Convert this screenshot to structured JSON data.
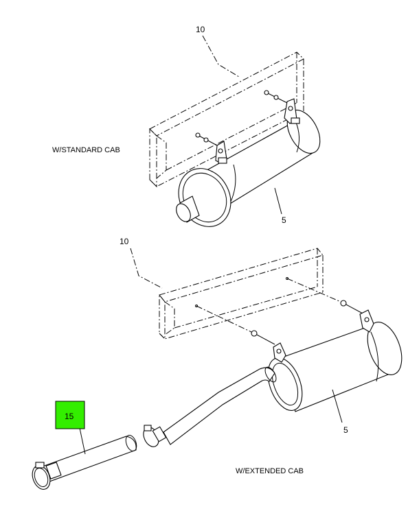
{
  "captions": {
    "standard": "W/STANDARD CAB",
    "extended": "W/EXTENDED CAB"
  },
  "callouts": {
    "top_bracket": "10",
    "top_muffler": "5",
    "bottom_bracket": "10",
    "bottom_muffler": "5",
    "tailpipe": "15"
  },
  "colors": {
    "highlight": "#33ee00"
  }
}
